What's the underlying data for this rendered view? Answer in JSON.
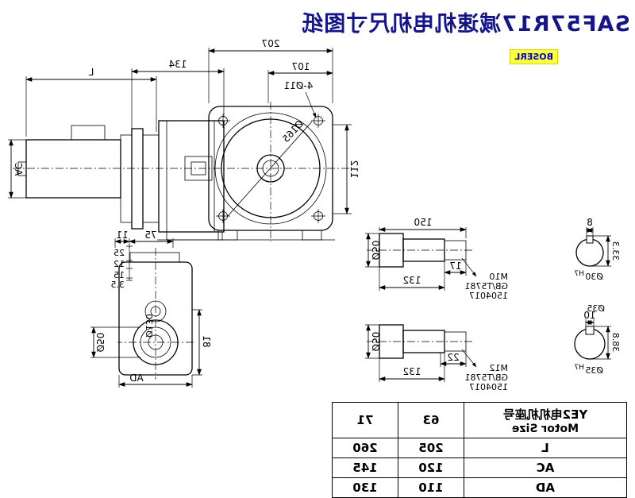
{
  "title": "SAF57R17减速机电机尺寸图纸",
  "logo": "BOSERL",
  "colors": {
    "title_blue": "#14148c",
    "logo_blue": "#0000cc",
    "logo_bg": "#ffff42",
    "line": "#000000"
  },
  "main_view": {
    "dim_total_width": "207",
    "dim_gearcase_depth": "134",
    "dim_107": "107",
    "bolt_holes": "4-Ø11",
    "flange_diameter": "Ø165",
    "dim_height": "112",
    "motor_length": "L",
    "motor_diameter": "AC"
  },
  "flange_detail": {
    "dim_75": "75",
    "dim_11": "11",
    "chain": [
      "25",
      "12",
      "15",
      "3.5"
    ],
    "bore": "Ø50",
    "bolt_circle": "Ø130",
    "dim_81": "81",
    "dim_ad": "AD"
  },
  "shaft_upper": {
    "dim_150": "150",
    "dim_17": "17",
    "dim_132": "132",
    "dim_d50": "Ø50",
    "thread": "M10",
    "standard": "GB/T5781",
    "code": "1504017"
  },
  "shaft_lower": {
    "dim_22": "22",
    "dim_132": "132",
    "dim_d50": "Ø50",
    "thread": "M12",
    "standard": "GB/T5781",
    "code": "1504017"
  },
  "section_upper": {
    "key_width": "8",
    "bore": "Ø30",
    "tolerance": "H7",
    "key_depth": "33.3"
  },
  "section_lower": {
    "shaft_label": "Ø35",
    "key_width": "10",
    "bore": "Ø35",
    "tolerance": "H7",
    "key_depth": "38.8"
  },
  "table": {
    "header_cn": "YE2电机机座号",
    "header_en": "Motor Size",
    "col_63": "63",
    "col_71": "71",
    "rows": [
      {
        "label": "L",
        "v63": "205",
        "v71": "260"
      },
      {
        "label": "AC",
        "v63": "120",
        "v71": "145"
      },
      {
        "label": "AD",
        "v63": "110",
        "v71": "130"
      }
    ]
  }
}
